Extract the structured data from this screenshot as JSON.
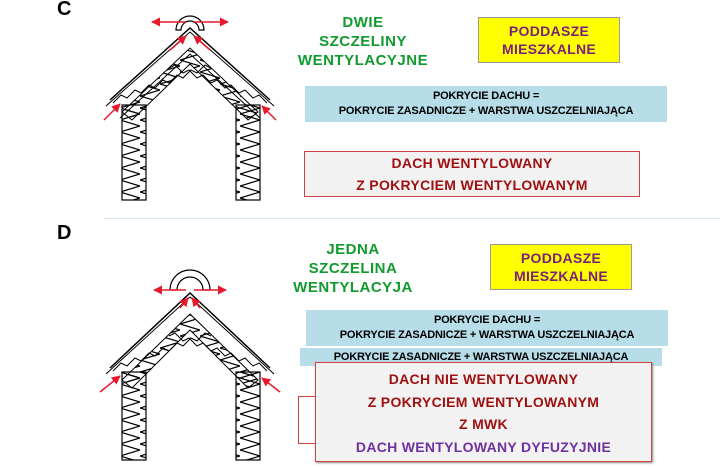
{
  "sections": [
    {
      "letter": "C",
      "green_lines": [
        "DWIE",
        "SZCZELINY",
        "WENTYLACYJNE"
      ],
      "yellow_lines": [
        "PODDASZE",
        "MIESZKALNE"
      ],
      "blue_lines": [
        "POKRYCIE DACHU =",
        "POKRYCIE ZASADNICZE + WARSTWA USZCZELNIAJĄCA"
      ],
      "red_lines": [
        "DACH  WENTYLOWANY",
        "Z POKRYCIEM WENTYLOWANYM"
      ]
    },
    {
      "letter": "D",
      "green_lines": [
        "JEDNA",
        "SZCZELINA",
        "WENTYLACYJA"
      ],
      "yellow_lines": [
        "PODDASZE",
        "MIESZKALNE"
      ],
      "blue_lines": [
        "POKRYCIE DACHU =",
        "POKRYCIE ZASADNICZE + WARSTWA USZCZELNIAJĄCA"
      ],
      "overlap_line": "POKRYCIE ZASADNICZE + WARSTWA USZCZELNIAJĄCA",
      "red_lines": [
        "DACH  NIE WENTYLOWANY",
        "Z POKRYCIEM WENTYLOWANYM",
        "Z MWK"
      ],
      "purple_line": "DACH WENTYLOWANY DYFUZYJNIE"
    }
  ],
  "colors": {
    "arrow": "#e8192c",
    "green": "#119a2e",
    "yellow": "#ffff00",
    "blue": "#b7dde8",
    "red_text": "#a01010",
    "purple": "#7030a0"
  }
}
